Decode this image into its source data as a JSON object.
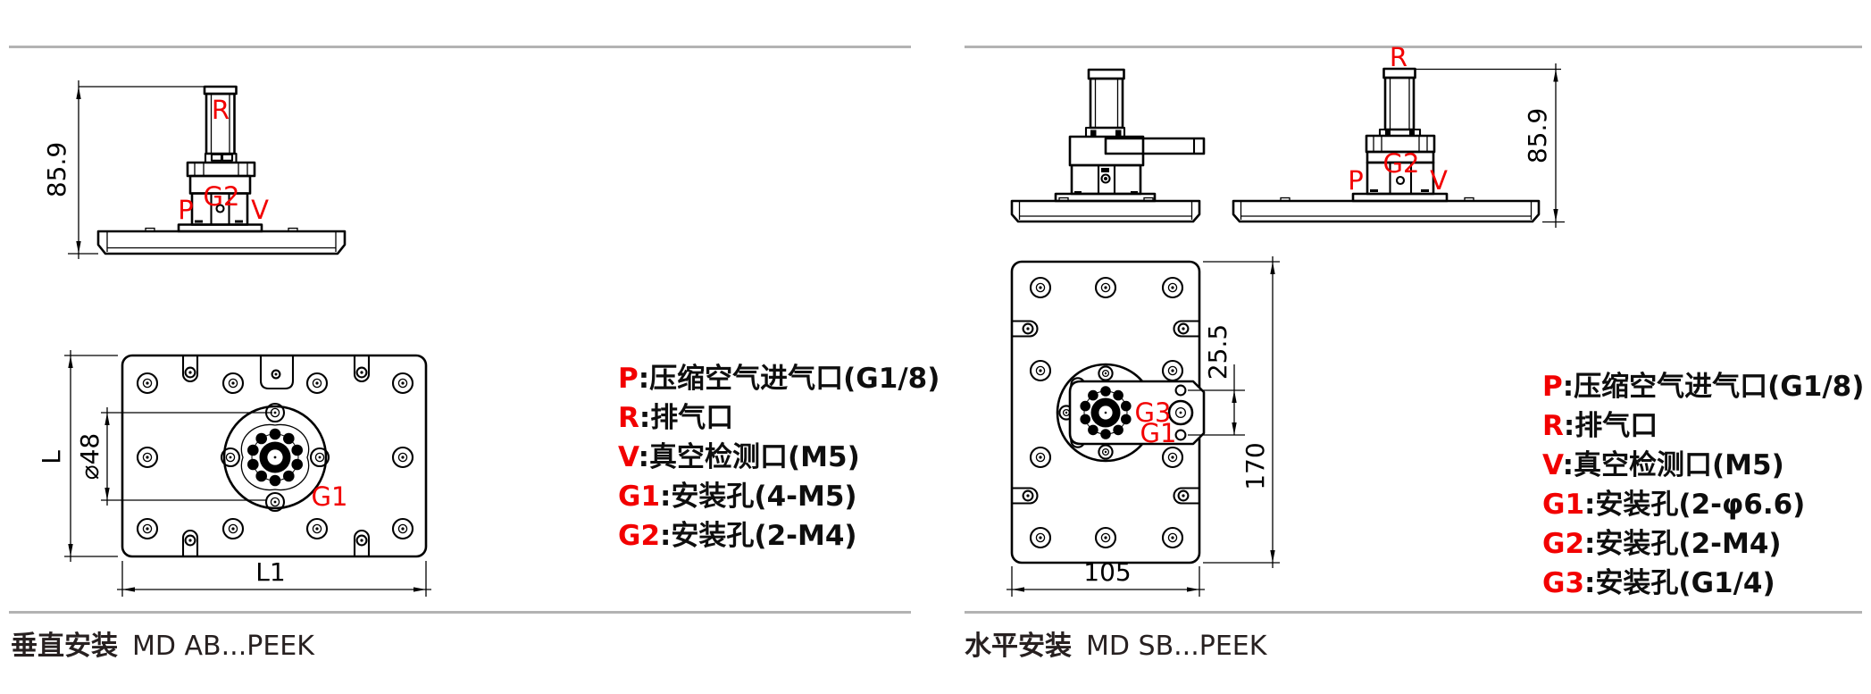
{
  "colors": {
    "line": "#000000",
    "accent_red": "#f20000",
    "divider": "#b3b3b3",
    "caption": "#272020"
  },
  "left": {
    "caption_title": "垂直安装",
    "caption_model": "MD AB...PEEK",
    "side": {
      "dim_height": "85.9",
      "label_r": "R",
      "label_g2": "G2",
      "label_p": "P",
      "label_v": "V"
    },
    "plan": {
      "dim_l": "L",
      "dim_dia": "⌀48",
      "dim_l1": "L1",
      "label_g1": "G1"
    },
    "legend": [
      {
        "key": "P",
        "text": ":压缩空气进气口(G1/8)"
      },
      {
        "key": "R",
        "text": ":排气口"
      },
      {
        "key": "V",
        "text": ":真空检测口(M5)"
      },
      {
        "key": "G1",
        "text": ":安装孔(4-M5)"
      },
      {
        "key": "G2",
        "text": ":安装孔(2-M4)"
      }
    ]
  },
  "right": {
    "caption_title": "水平安装",
    "caption_model": "MD SB...PEEK",
    "side": {
      "dim_height": "85.9",
      "label_r": "R",
      "label_g2": "G2",
      "label_p": "P",
      "label_v": "V"
    },
    "plan": {
      "dim_offset": "25.5",
      "dim_length": "170",
      "dim_width": "105",
      "label_g3": "G3",
      "label_g1": "G1"
    },
    "legend": [
      {
        "key": "P",
        "text": ":压缩空气进气口(G1/8)"
      },
      {
        "key": "R",
        "text": ":排气口"
      },
      {
        "key": "V",
        "text": ":真空检测口(M5)"
      },
      {
        "key": "G1",
        "text": ":安装孔(2-φ6.6)"
      },
      {
        "key": "G2",
        "text": ":安装孔(2-M4)"
      },
      {
        "key": "G3",
        "text": ":安装孔(G1/4)"
      }
    ]
  }
}
